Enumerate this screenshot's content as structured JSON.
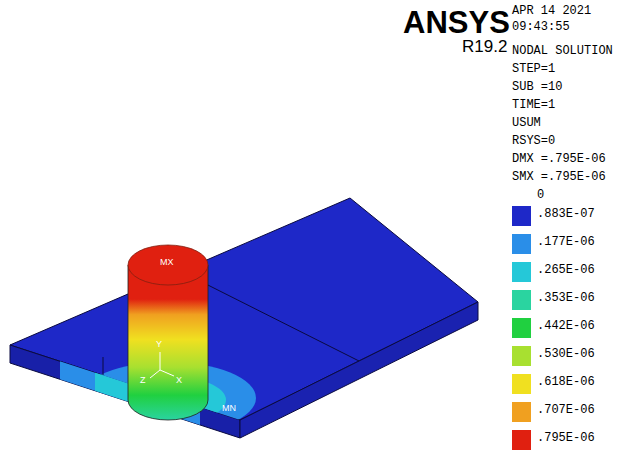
{
  "diagram": {
    "labels": [
      "ANSYS",
      "R19.2",
      "APR 14 2021",
      "09:43:55",
      "NODAL SOLUTION",
      "STEP=1",
      "SUB =10",
      "TIME=1",
      "USUM",
      "RSYS=0",
      "DMX =.795E-06",
      "SMX =.795E-06",
      "0",
      "MX",
      "MN",
      "Y",
      "Z",
      "X"
    ],
    "legend": [
      {
        "text": ".883E-07",
        "color": "#1e28c8"
      },
      {
        "text": ".177E-06",
        "color": "#2a8ee8"
      },
      {
        "text": ".265E-06",
        "color": "#25c8d8"
      },
      {
        "text": ".353E-06",
        "color": "#2ad4a0"
      },
      {
        "text": ".442E-06",
        "color": "#20d040"
      },
      {
        "text": ".530E-06",
        "color": "#a8e030"
      },
      {
        "text": ".618E-06",
        "color": "#f0e020"
      },
      {
        "text": ".707E-06",
        "color": "#f0a020"
      },
      {
        "text": ".795E-06",
        "color": "#e02010"
      }
    ]
  }
}
